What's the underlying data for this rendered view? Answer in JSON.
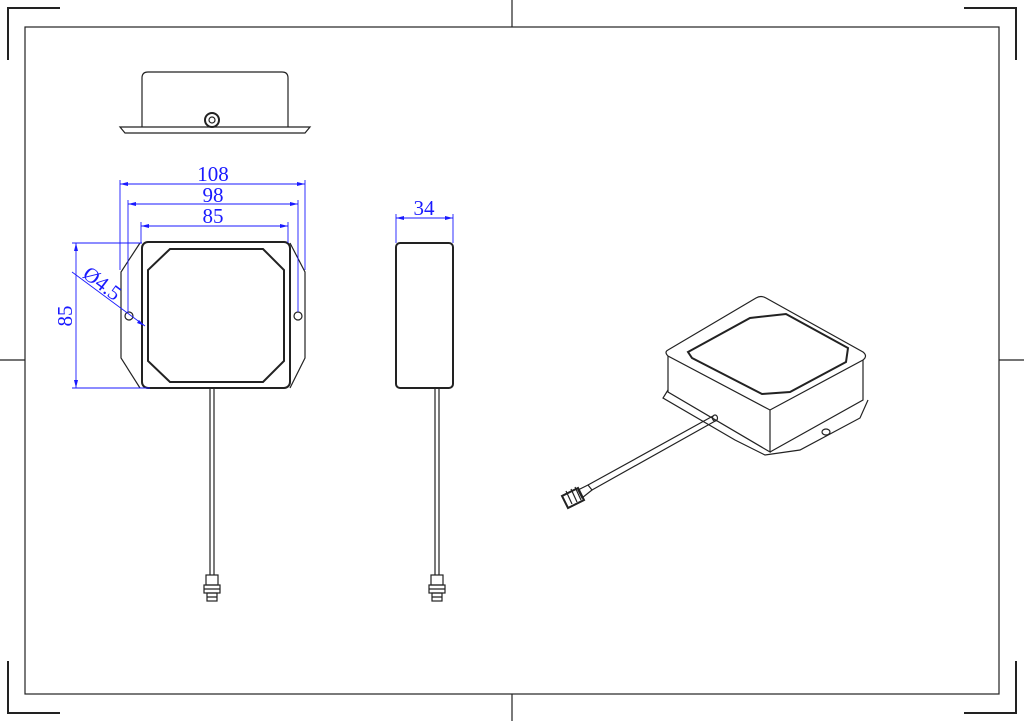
{
  "drawing": {
    "dimensions": {
      "overall_width": "108",
      "hole_spacing": "98",
      "body_width": "85",
      "body_height": "85",
      "hole_diameter": "Ø4.5",
      "thickness": "34"
    },
    "colors": {
      "line": "#222222",
      "dimension": "#1a1aff",
      "background": "#ffffff"
    },
    "views": [
      "top-view",
      "front-view",
      "side-view",
      "isometric-view"
    ]
  }
}
